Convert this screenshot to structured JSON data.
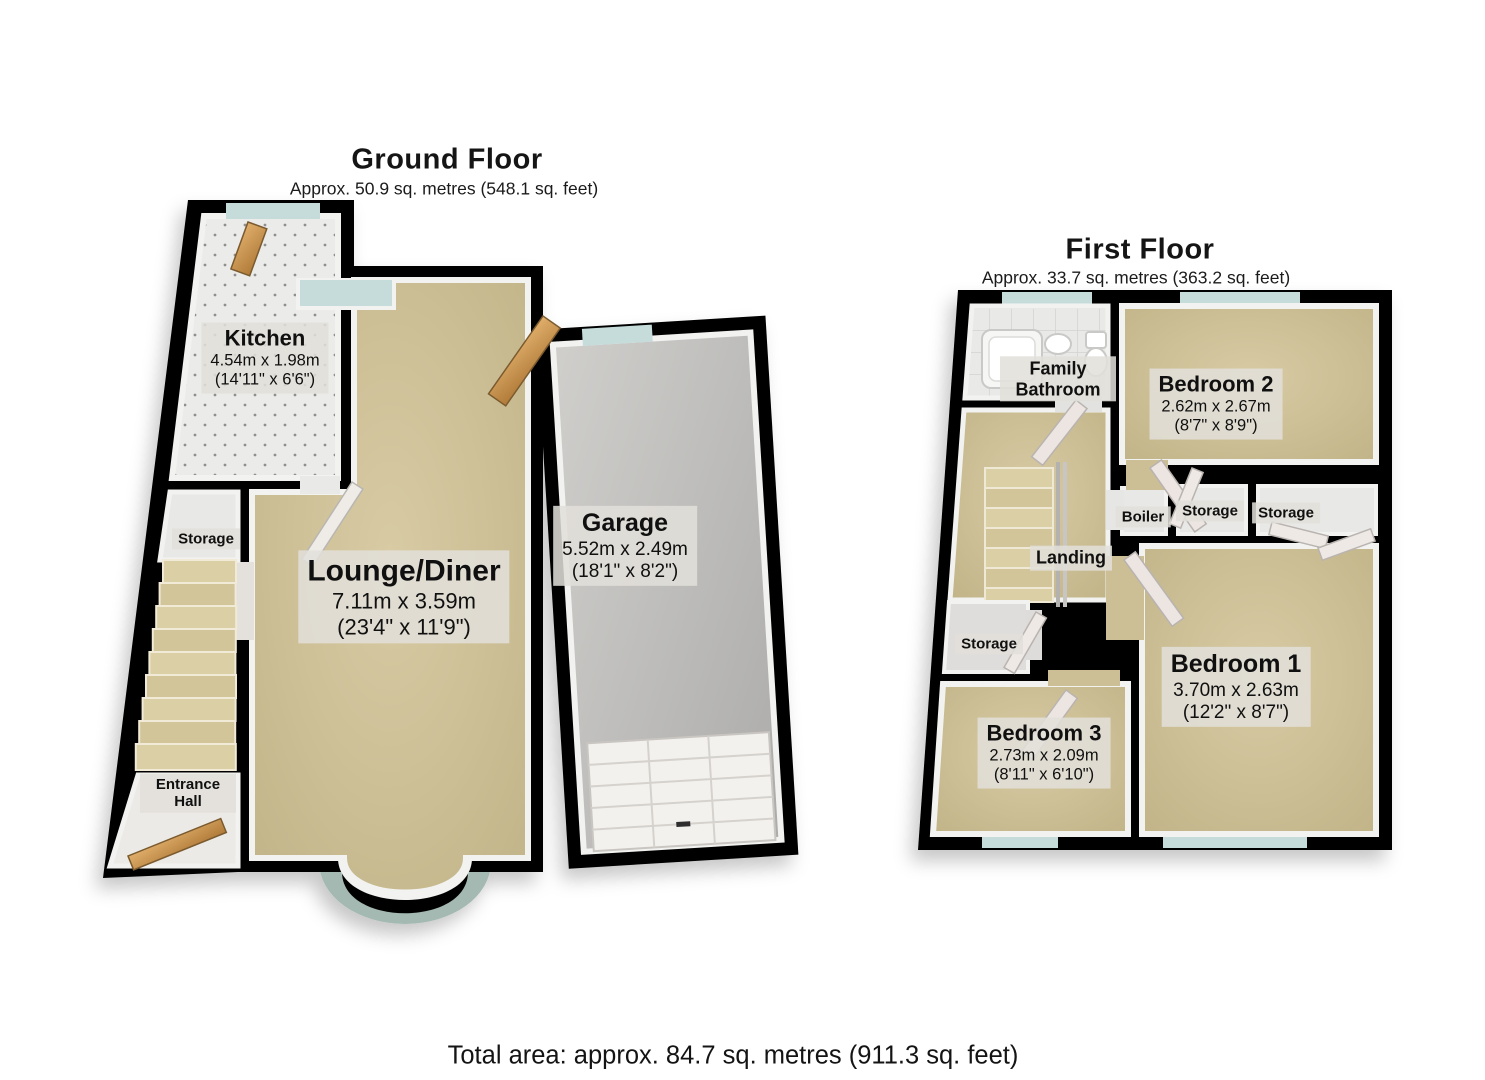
{
  "ground_floor": {
    "title": "Ground Floor",
    "subtitle": "Approx. 50.9 sq. metres (548.1 sq. feet)",
    "rooms": {
      "kitchen": {
        "name": "Kitchen",
        "metric": "4.54m x 1.98m",
        "imperial": "(14'11\" x 6'6\")"
      },
      "lounge_diner": {
        "name": "Lounge/Diner",
        "metric": "7.11m x 3.59m",
        "imperial": "(23'4\" x 11'9\")"
      },
      "garage": {
        "name": "Garage",
        "metric": "5.52m x 2.49m",
        "imperial": "(18'1\" x 8'2\")"
      },
      "storage": {
        "name": "Storage"
      },
      "entrance_hall": {
        "name": "Entrance Hall"
      }
    }
  },
  "first_floor": {
    "title": "First Floor",
    "subtitle": "Approx. 33.7 sq. metres (363.2 sq. feet)",
    "rooms": {
      "family_bathroom": {
        "name": "Family Bathroom"
      },
      "bedroom_2": {
        "name": "Bedroom 2",
        "metric": "2.62m x 2.67m",
        "imperial": "(8'7\" x 8'9\")"
      },
      "boiler": {
        "name": "Boiler"
      },
      "storage_mid": {
        "name": "Storage"
      },
      "storage_right": {
        "name": "Storage"
      },
      "landing": {
        "name": "Landing"
      },
      "storage_lower": {
        "name": "Storage"
      },
      "bedroom_3": {
        "name": "Bedroom 3",
        "metric": "2.73m x 2.09m",
        "imperial": "(8'11\" x 6'10\")"
      },
      "bedroom_1": {
        "name": "Bedroom 1",
        "metric": "3.70m x 2.63m",
        "imperial": "(12'2\" x 8'7\")"
      }
    }
  },
  "footer": {
    "total_area": "Total area: approx. 84.7 sq. metres (911.3 sq. feet)"
  },
  "colors": {
    "wall": "#060606",
    "carpet": "#cdbf96",
    "garage_floor": "#bdbcba",
    "window_glass": "#c6dcdb",
    "bay_glass": "#a4b9b2",
    "stairs": "#d9cca2",
    "door_wood": "#c98f4e",
    "label_background": "rgba(226,224,218,0.86)"
  }
}
